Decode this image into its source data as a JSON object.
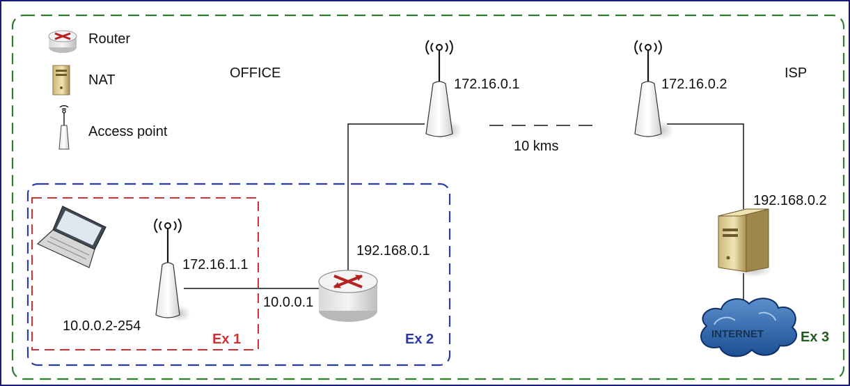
{
  "legend": {
    "router": "Router",
    "nat": "NAT",
    "access_point": "Access point"
  },
  "zones": {
    "office": "OFFICE",
    "isp": "ISP"
  },
  "addresses": {
    "ap_office": "172.16.0.1",
    "ap_isp": "172.16.0.2",
    "ap_local": "172.16.1.1",
    "router_wan": "192.168.0.1",
    "router_lan": "10.0.0.1",
    "dhcp_range": "10.0.0.2-254",
    "nat_ip": "192.168.0.2"
  },
  "link": {
    "distance": "10 kms"
  },
  "cloud": {
    "label": "INTERNET"
  },
  "exercises": {
    "ex1": "Ex 1",
    "ex2": "Ex 2",
    "ex3": "Ex 3"
  },
  "colors": {
    "frame": "#1a1a7a",
    "ex1": "#d23030",
    "ex2": "#2a3aa8",
    "ex3": "#2e7d2e"
  }
}
